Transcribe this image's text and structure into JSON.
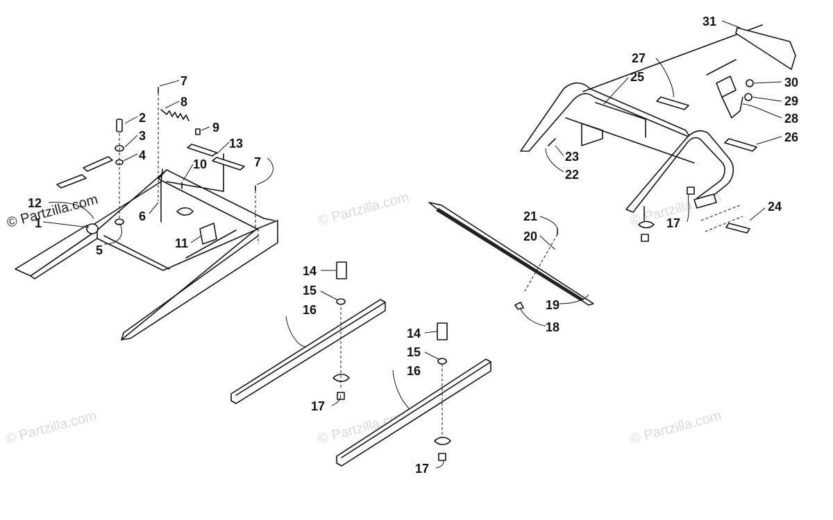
{
  "watermark": "© Partzilla.com",
  "callouts": [
    "1",
    "2",
    "3",
    "4",
    "5",
    "6",
    "7",
    "8",
    "9",
    "10",
    "11",
    "12",
    "13",
    "7",
    "14",
    "15",
    "16",
    "17",
    "14",
    "15",
    "16",
    "17",
    "18",
    "19",
    "20",
    "21",
    "17",
    "22",
    "23",
    "24",
    "25",
    "26",
    "27",
    "28",
    "29",
    "30",
    "31"
  ]
}
